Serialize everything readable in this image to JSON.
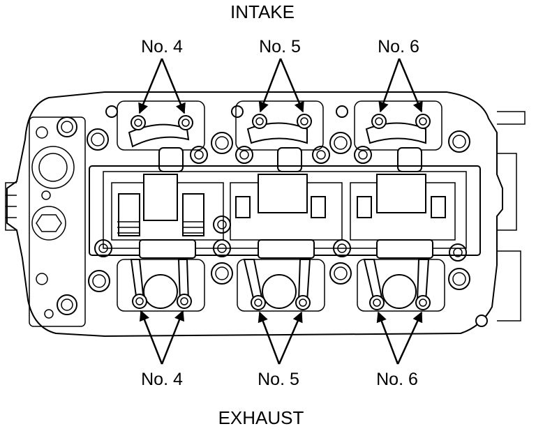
{
  "labels": {
    "intake": "INTAKE",
    "exhaust": "EXHAUST",
    "top_no4": "No. 4",
    "top_no5": "No. 5",
    "top_no6": "No. 6",
    "bottom_no4": "No. 4",
    "bottom_no5": "No. 5",
    "bottom_no6": "No. 6"
  },
  "colors": {
    "line": "#000000",
    "background": "#ffffff"
  }
}
